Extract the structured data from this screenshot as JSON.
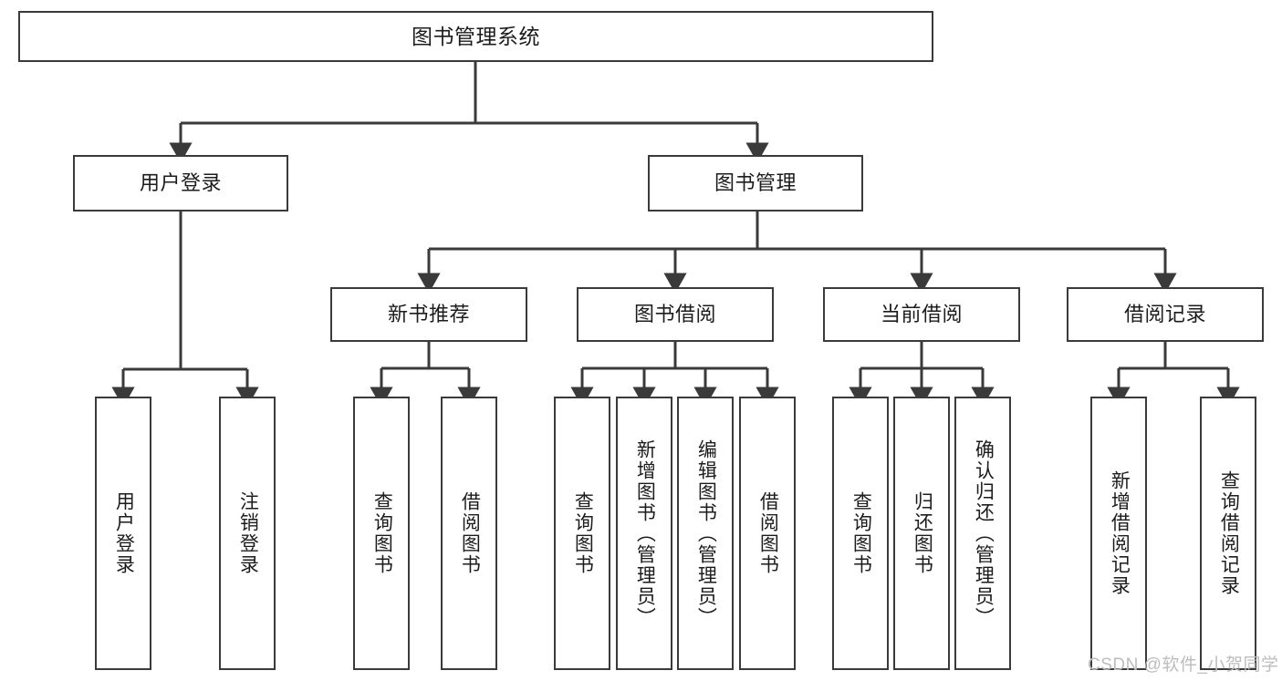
{
  "diagram": {
    "title": "图书管理系统",
    "root": {
      "label": "图书管理系统"
    },
    "level2": [
      {
        "label": "用户登录"
      },
      {
        "label": "图书管理"
      }
    ],
    "level3": [
      {
        "label": "新书推荐"
      },
      {
        "label": "图书借阅"
      },
      {
        "label": "当前借阅"
      },
      {
        "label": "借阅记录"
      }
    ],
    "leaves": [
      {
        "label": "用户登录"
      },
      {
        "label": "注销登录"
      },
      {
        "label": "查询图书"
      },
      {
        "label": "借阅图书"
      },
      {
        "label": "查询图书"
      },
      {
        "label": "新增图书（管理员）"
      },
      {
        "label": "编辑图书（管理员）"
      },
      {
        "label": "借阅图书"
      },
      {
        "label": "查询图书"
      },
      {
        "label": "归还图书"
      },
      {
        "label": "确认归还（管理员）"
      },
      {
        "label": "新增借阅记录"
      },
      {
        "label": "查询借阅记录"
      }
    ]
  },
  "watermark": {
    "text": "CSDN @软件_小贺同学"
  },
  "colors": {
    "border": "#3a3a3a",
    "text": "#1c1c1c",
    "background": "#ffffff",
    "watermark": "#bdbdbd"
  }
}
